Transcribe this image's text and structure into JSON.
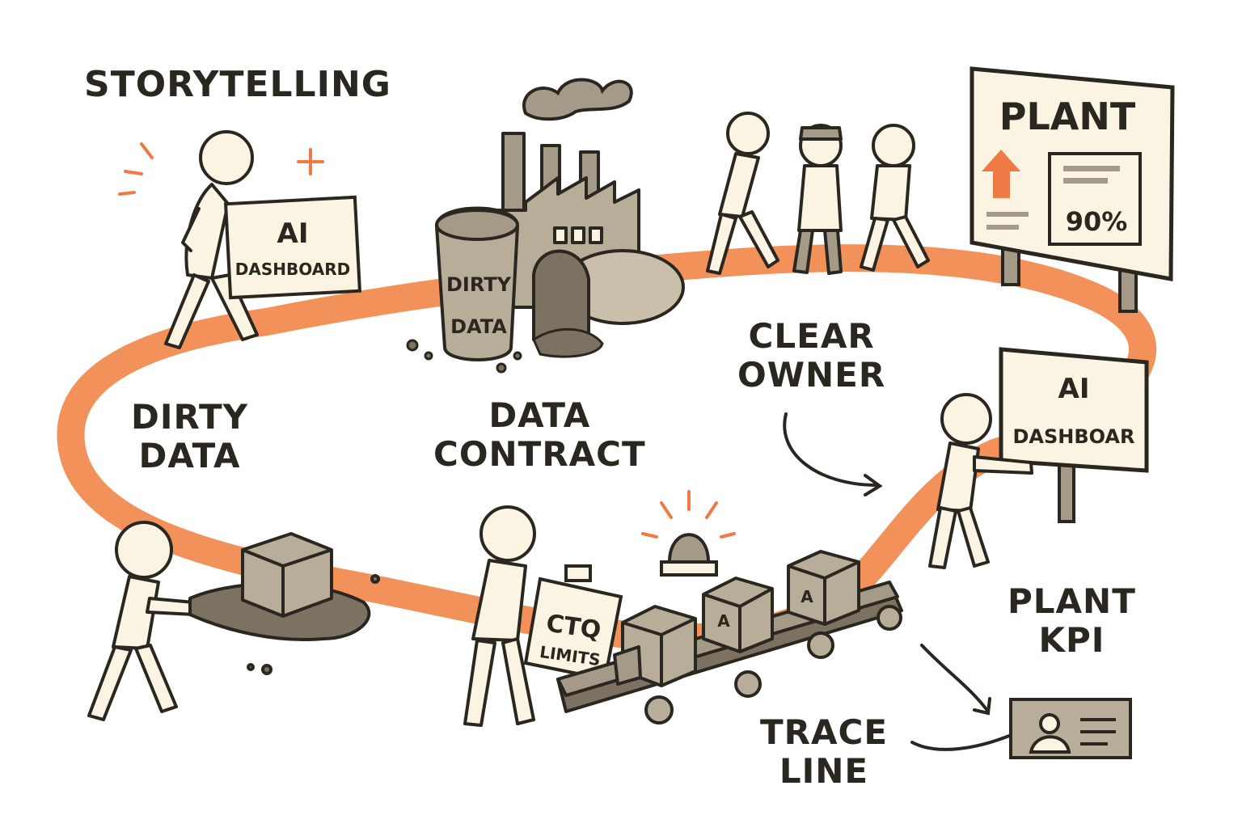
{
  "labels": {
    "storytelling": "STORYTELLING",
    "dirty_data": [
      "DIRTY",
      "DATA"
    ],
    "data_contract": [
      "DATA",
      "CONTRACT"
    ],
    "clear_owner": [
      "CLEAR",
      "OWNER"
    ],
    "plant_kpi": [
      "PLANT",
      "KPI"
    ],
    "trace_line": [
      "TRACE",
      "LINE"
    ]
  },
  "signs": {
    "storyteller_board": [
      "AI",
      "DASHBOARD"
    ],
    "barrel": [
      "DIRTY",
      "DATA"
    ],
    "billboard_title": "PLANT",
    "billboard_value": "90%",
    "presenter_board": [
      "AI",
      "DASHBOAR"
    ],
    "clipboard": [
      "CTQ",
      "LIMITS"
    ],
    "crate_marks": [
      "A",
      "A"
    ]
  },
  "icons": [
    "storyteller-figure",
    "factory-icon",
    "smoke-cloud-icon",
    "barrel-icon",
    "walking-group-figures",
    "billboard-icon",
    "up-arrow-icon",
    "presenter-figure",
    "box-carrier-figure",
    "clipboard-figure",
    "conveyor-belt-icon",
    "alarm-light-icon",
    "kpi-card-icon"
  ],
  "colors": {
    "path": "#f3915a",
    "accent": "#f07a45",
    "ink": "#2a2620",
    "fill": "#fbf4e2",
    "shade": "#a59a87"
  }
}
